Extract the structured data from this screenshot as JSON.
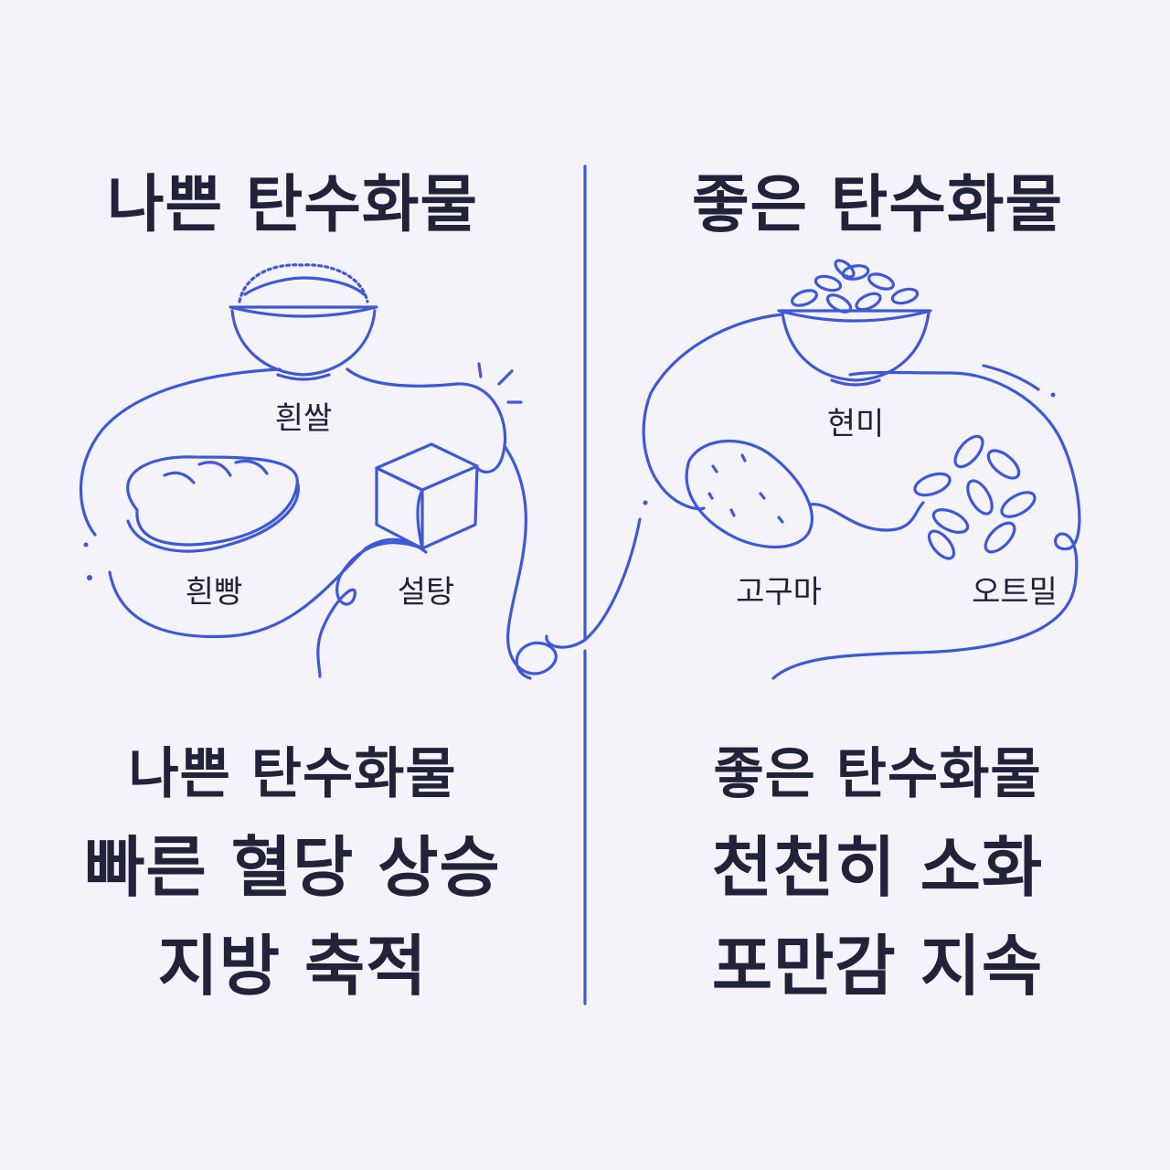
{
  "accent_color": "#3e58d6",
  "text_color": "#22223a",
  "background_color": "#f4f3fa",
  "left": {
    "title": "나쁜 탄수화물",
    "foods": [
      {
        "label": "흰쌀",
        "icon": "rice-bowl-icon"
      },
      {
        "label": "흰빵",
        "icon": "bread-icon"
      },
      {
        "label": "설탕",
        "icon": "sugar-cube-icon"
      }
    ],
    "subtitle": "나쁜 탄수화물",
    "effect_line1": "빠른 혈당 상승",
    "effect_line2": "지방 축적"
  },
  "right": {
    "title": "좋은 탄수화물",
    "foods": [
      {
        "label": "현미",
        "icon": "brown-rice-bowl-icon"
      },
      {
        "label": "고구마",
        "icon": "sweet-potato-icon"
      },
      {
        "label": "오트밀",
        "icon": "oat-flakes-icon"
      }
    ],
    "subtitle": "좋은 탄수화물",
    "effect_line1": "천천히 소화",
    "effect_line2": "포만감 지속"
  }
}
